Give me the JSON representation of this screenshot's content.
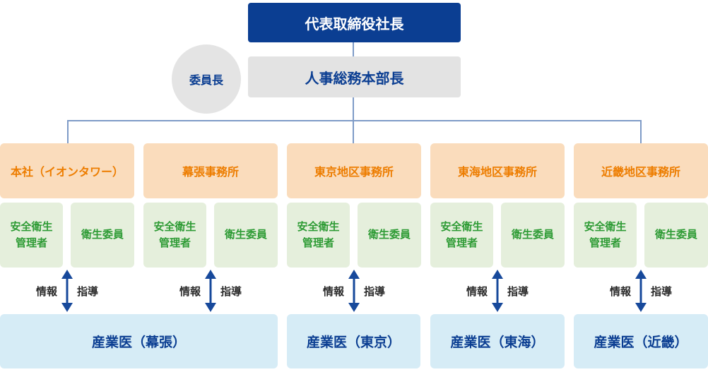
{
  "chart": {
    "president": "代表取締役社長",
    "chairman": "委員長",
    "hr_head": "人事総務本部長",
    "columns": [
      {
        "office": "本社（イオンタワー）",
        "safety_manager": "安全衛生管理者",
        "health_committee": "衛生委員",
        "info": "情報",
        "guidance": "指導"
      },
      {
        "office": "幕張事務所",
        "safety_manager": "安全衛生管理者",
        "health_committee": "衛生委員",
        "info": "情報",
        "guidance": "指導"
      },
      {
        "office": "東京地区事務所",
        "safety_manager": "安全衛生管理者",
        "health_committee": "衛生委員",
        "info": "情報",
        "guidance": "指導"
      },
      {
        "office": "東海地区事務所",
        "safety_manager": "安全衛生管理者",
        "health_committee": "衛生委員",
        "info": "情報",
        "guidance": "指導"
      },
      {
        "office": "近畿地区事務所",
        "safety_manager": "安全衛生管理者",
        "health_committee": "衛生委員",
        "info": "情報",
        "guidance": "指導"
      }
    ],
    "physicians": [
      {
        "label": "産業医（幕張）"
      },
      {
        "label": "産業医（東京）"
      },
      {
        "label": "産業医（東海）"
      },
      {
        "label": "産業医（近畿）"
      }
    ],
    "colors": {
      "president_bg": "#0b3e92",
      "president_text": "#ffffff",
      "gray_bg": "#e3e3e3",
      "navy_text": "#0b3e92",
      "office_bg": "#fadcbc",
      "office_text": "#ed7d00",
      "green_bg": "#e5efdc",
      "green_text": "#2e9b35",
      "physician_bg": "#d6ecf6",
      "arrow": "#17499b",
      "connector_line": "#7e9bc7",
      "label_text": "#2b2b2b"
    }
  }
}
